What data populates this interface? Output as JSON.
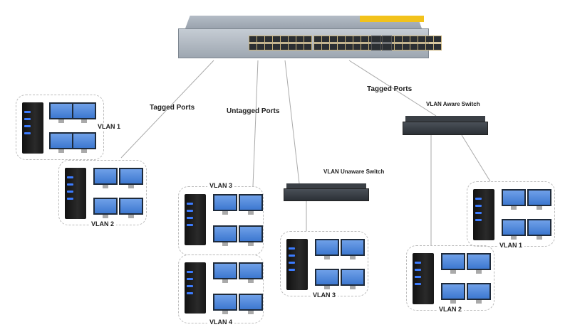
{
  "labels": {
    "tagged_left": "Tagged Ports",
    "untagged": "Untagged Ports",
    "tagged_right": "Tagged Ports",
    "aware_switch": "VLAN Aware Switch",
    "unaware_switch": "VLAN Unaware Switch"
  },
  "groups": [
    {
      "label": "VLAN 1"
    },
    {
      "label": "VLAN 2"
    },
    {
      "label": "VLAN 3"
    },
    {
      "label": "VLAN 4"
    },
    {
      "label": "VLAN 3"
    },
    {
      "label": "VLAN 1"
    },
    {
      "label": "VLAN 2"
    }
  ],
  "colors": {
    "accent_yellow": "#f2c21b",
    "monitor_blue": "#4a86d8",
    "led_blue": "#3b7bff"
  }
}
